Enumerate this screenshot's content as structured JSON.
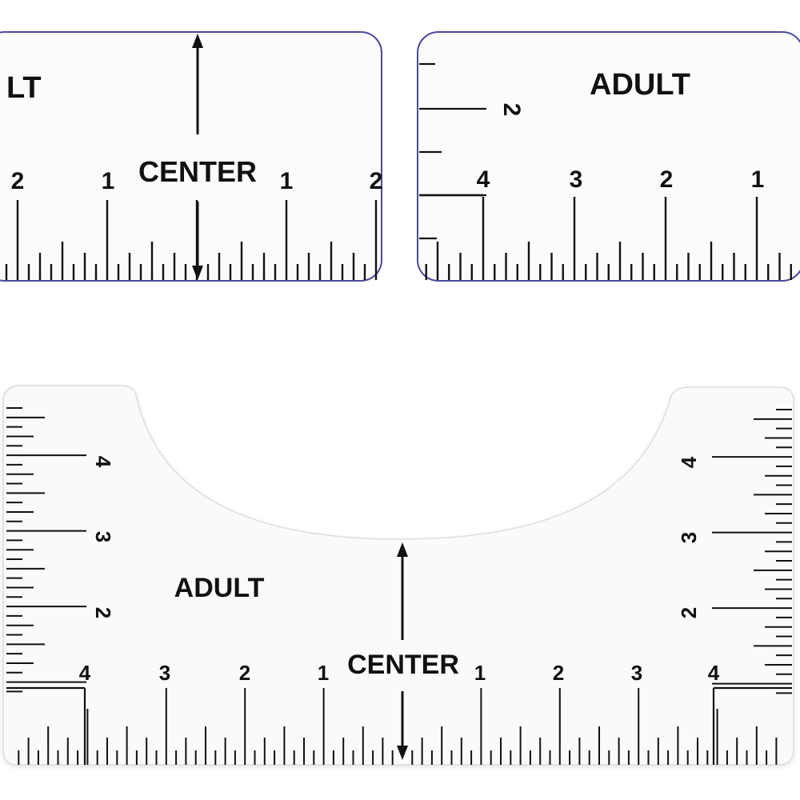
{
  "zoom_top_left": {
    "partial_label": "LT",
    "center_label": "CENTER",
    "numbers": [
      "2",
      "1",
      "1",
      "2"
    ]
  },
  "zoom_top_right": {
    "label": "ADULT",
    "side_number": "2",
    "numbers": [
      "4",
      "3",
      "2",
      "1"
    ]
  },
  "main_ruler": {
    "label": "ADULT",
    "center_label": "CENTER",
    "bottom_numbers_left": [
      "4",
      "3",
      "2",
      "1"
    ],
    "bottom_numbers_right": [
      "1",
      "2",
      "3",
      "4"
    ],
    "left_side_numbers": [
      "4",
      "3",
      "2"
    ],
    "right_side_numbers": [
      "4",
      "3",
      "2"
    ]
  },
  "colors": {
    "zoom_border": "#4b4b9a",
    "ruler_fill": "#fafafa",
    "ink": "#111111"
  }
}
